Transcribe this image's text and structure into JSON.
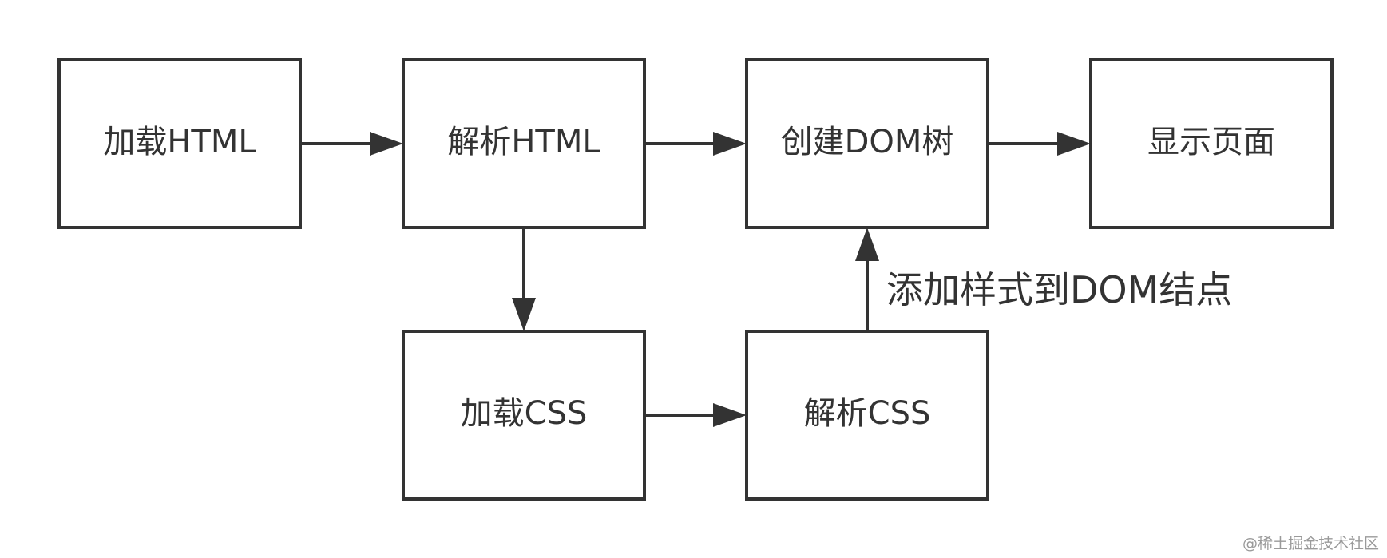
{
  "diagram": {
    "nodes": {
      "load_html": "加载HTML",
      "parse_html": "解析HTML",
      "create_dom": "创建DOM树",
      "show_page": "显示页面",
      "load_css": "加载CSS",
      "parse_css": "解析CSS"
    },
    "edge_labels": {
      "parse_css_to_dom": "添加样式到DOM结点"
    }
  },
  "watermark": "@稀土掘金技术社区"
}
